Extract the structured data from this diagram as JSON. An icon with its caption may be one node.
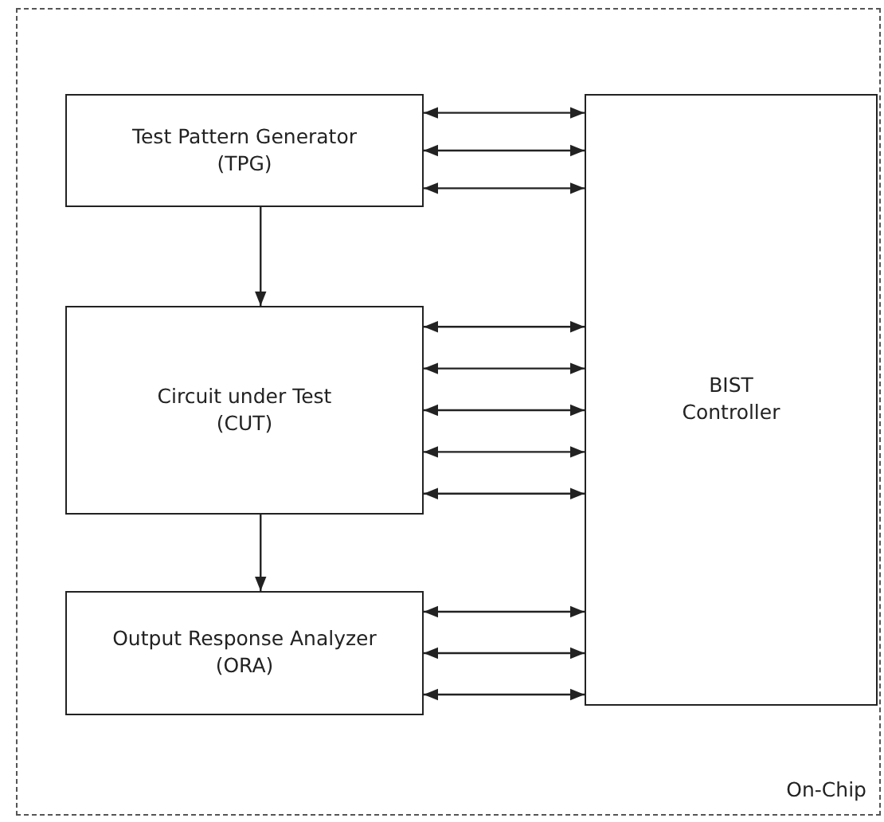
{
  "diagram": {
    "nodes": [
      {
        "text": [
          "On-Chip"
        ]
      },
      {
        "text": [
          "Test Pattern Generator",
          "(TPG)"
        ],
        "in": 0
      },
      {
        "text": [
          "Circuit under Test",
          "(CUT)"
        ],
        "in": 0
      },
      {
        "text": [
          "Output Response Analyzer",
          "(ORA)"
        ],
        "in": 0
      },
      {
        "text": [
          "BIST Controller"
        ],
        "in": 0
      }
    ],
    "edges": [
      {
        "from": 1,
        "to": 2,
        "arrow": "to"
      },
      {
        "from": 2,
        "to": 3,
        "arrow": "to"
      },
      {
        "from": 1,
        "to": 4,
        "arrow": "both"
      },
      {
        "from": 1,
        "to": 4,
        "arrow": "both"
      },
      {
        "from": 1,
        "to": 4,
        "arrow": "both"
      },
      {
        "from": 2,
        "to": 4,
        "arrow": "both"
      },
      {
        "from": 2,
        "to": 4,
        "arrow": "both"
      },
      {
        "from": 2,
        "to": 4,
        "arrow": "both"
      },
      {
        "from": 2,
        "to": 4,
        "arrow": "both"
      },
      {
        "from": 2,
        "to": 4,
        "arrow": "both"
      },
      {
        "from": 3,
        "to": 4,
        "arrow": "both"
      },
      {
        "from": 3,
        "to": 4,
        "arrow": "both"
      },
      {
        "from": 3,
        "to": 4,
        "arrow": "both"
      }
    ]
  }
}
